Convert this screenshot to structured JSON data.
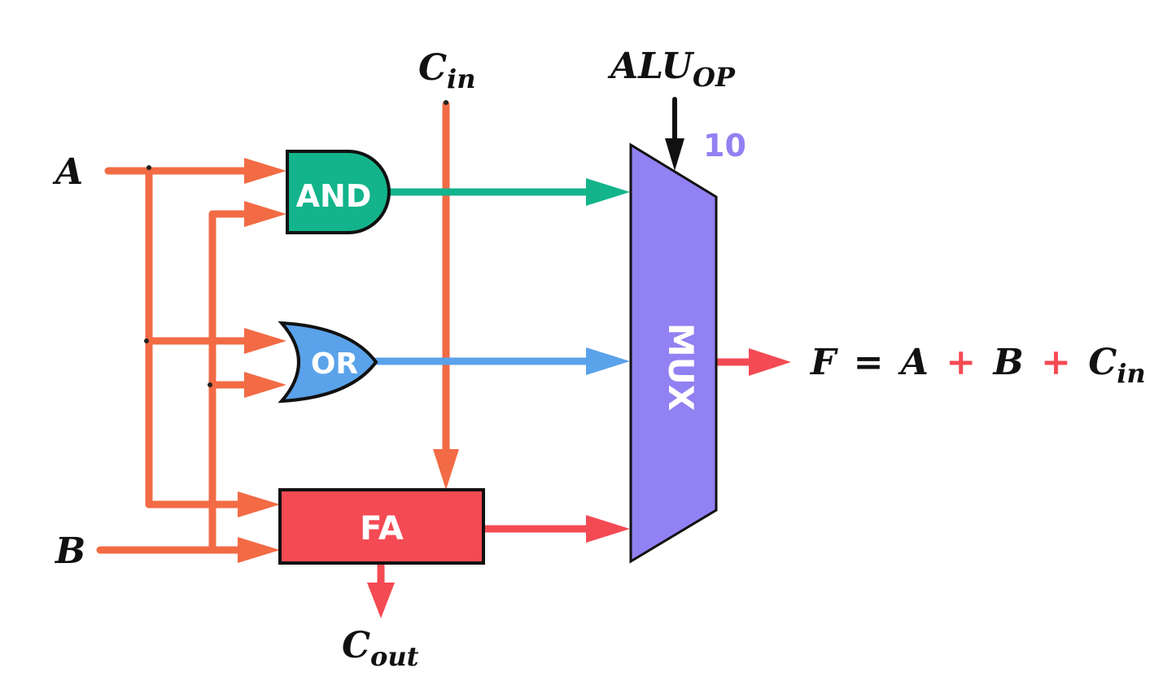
{
  "inputs": {
    "a": "A",
    "b": "B",
    "cin_base": "C",
    "cin_sub": "in",
    "aluop_base": "ALU",
    "aluop_sub": "OP"
  },
  "select_value": "10",
  "gates": {
    "and": "AND",
    "or": "OR",
    "fa": "FA",
    "mux": "MUX"
  },
  "output": {
    "f": "F",
    "eq": "=",
    "a": "A",
    "plus1": "+",
    "b": "B",
    "plus2": "+",
    "c_base": "C",
    "c_sub": "in"
  },
  "cout": {
    "base": "C",
    "sub": "out"
  },
  "colors": {
    "wire": "#f26b45",
    "and": "#13b48b",
    "or": "#5aa2ea",
    "fa": "#f44a53",
    "mux": "#9181f2",
    "select_label": "#9181f2",
    "plus": "#f44a53"
  }
}
